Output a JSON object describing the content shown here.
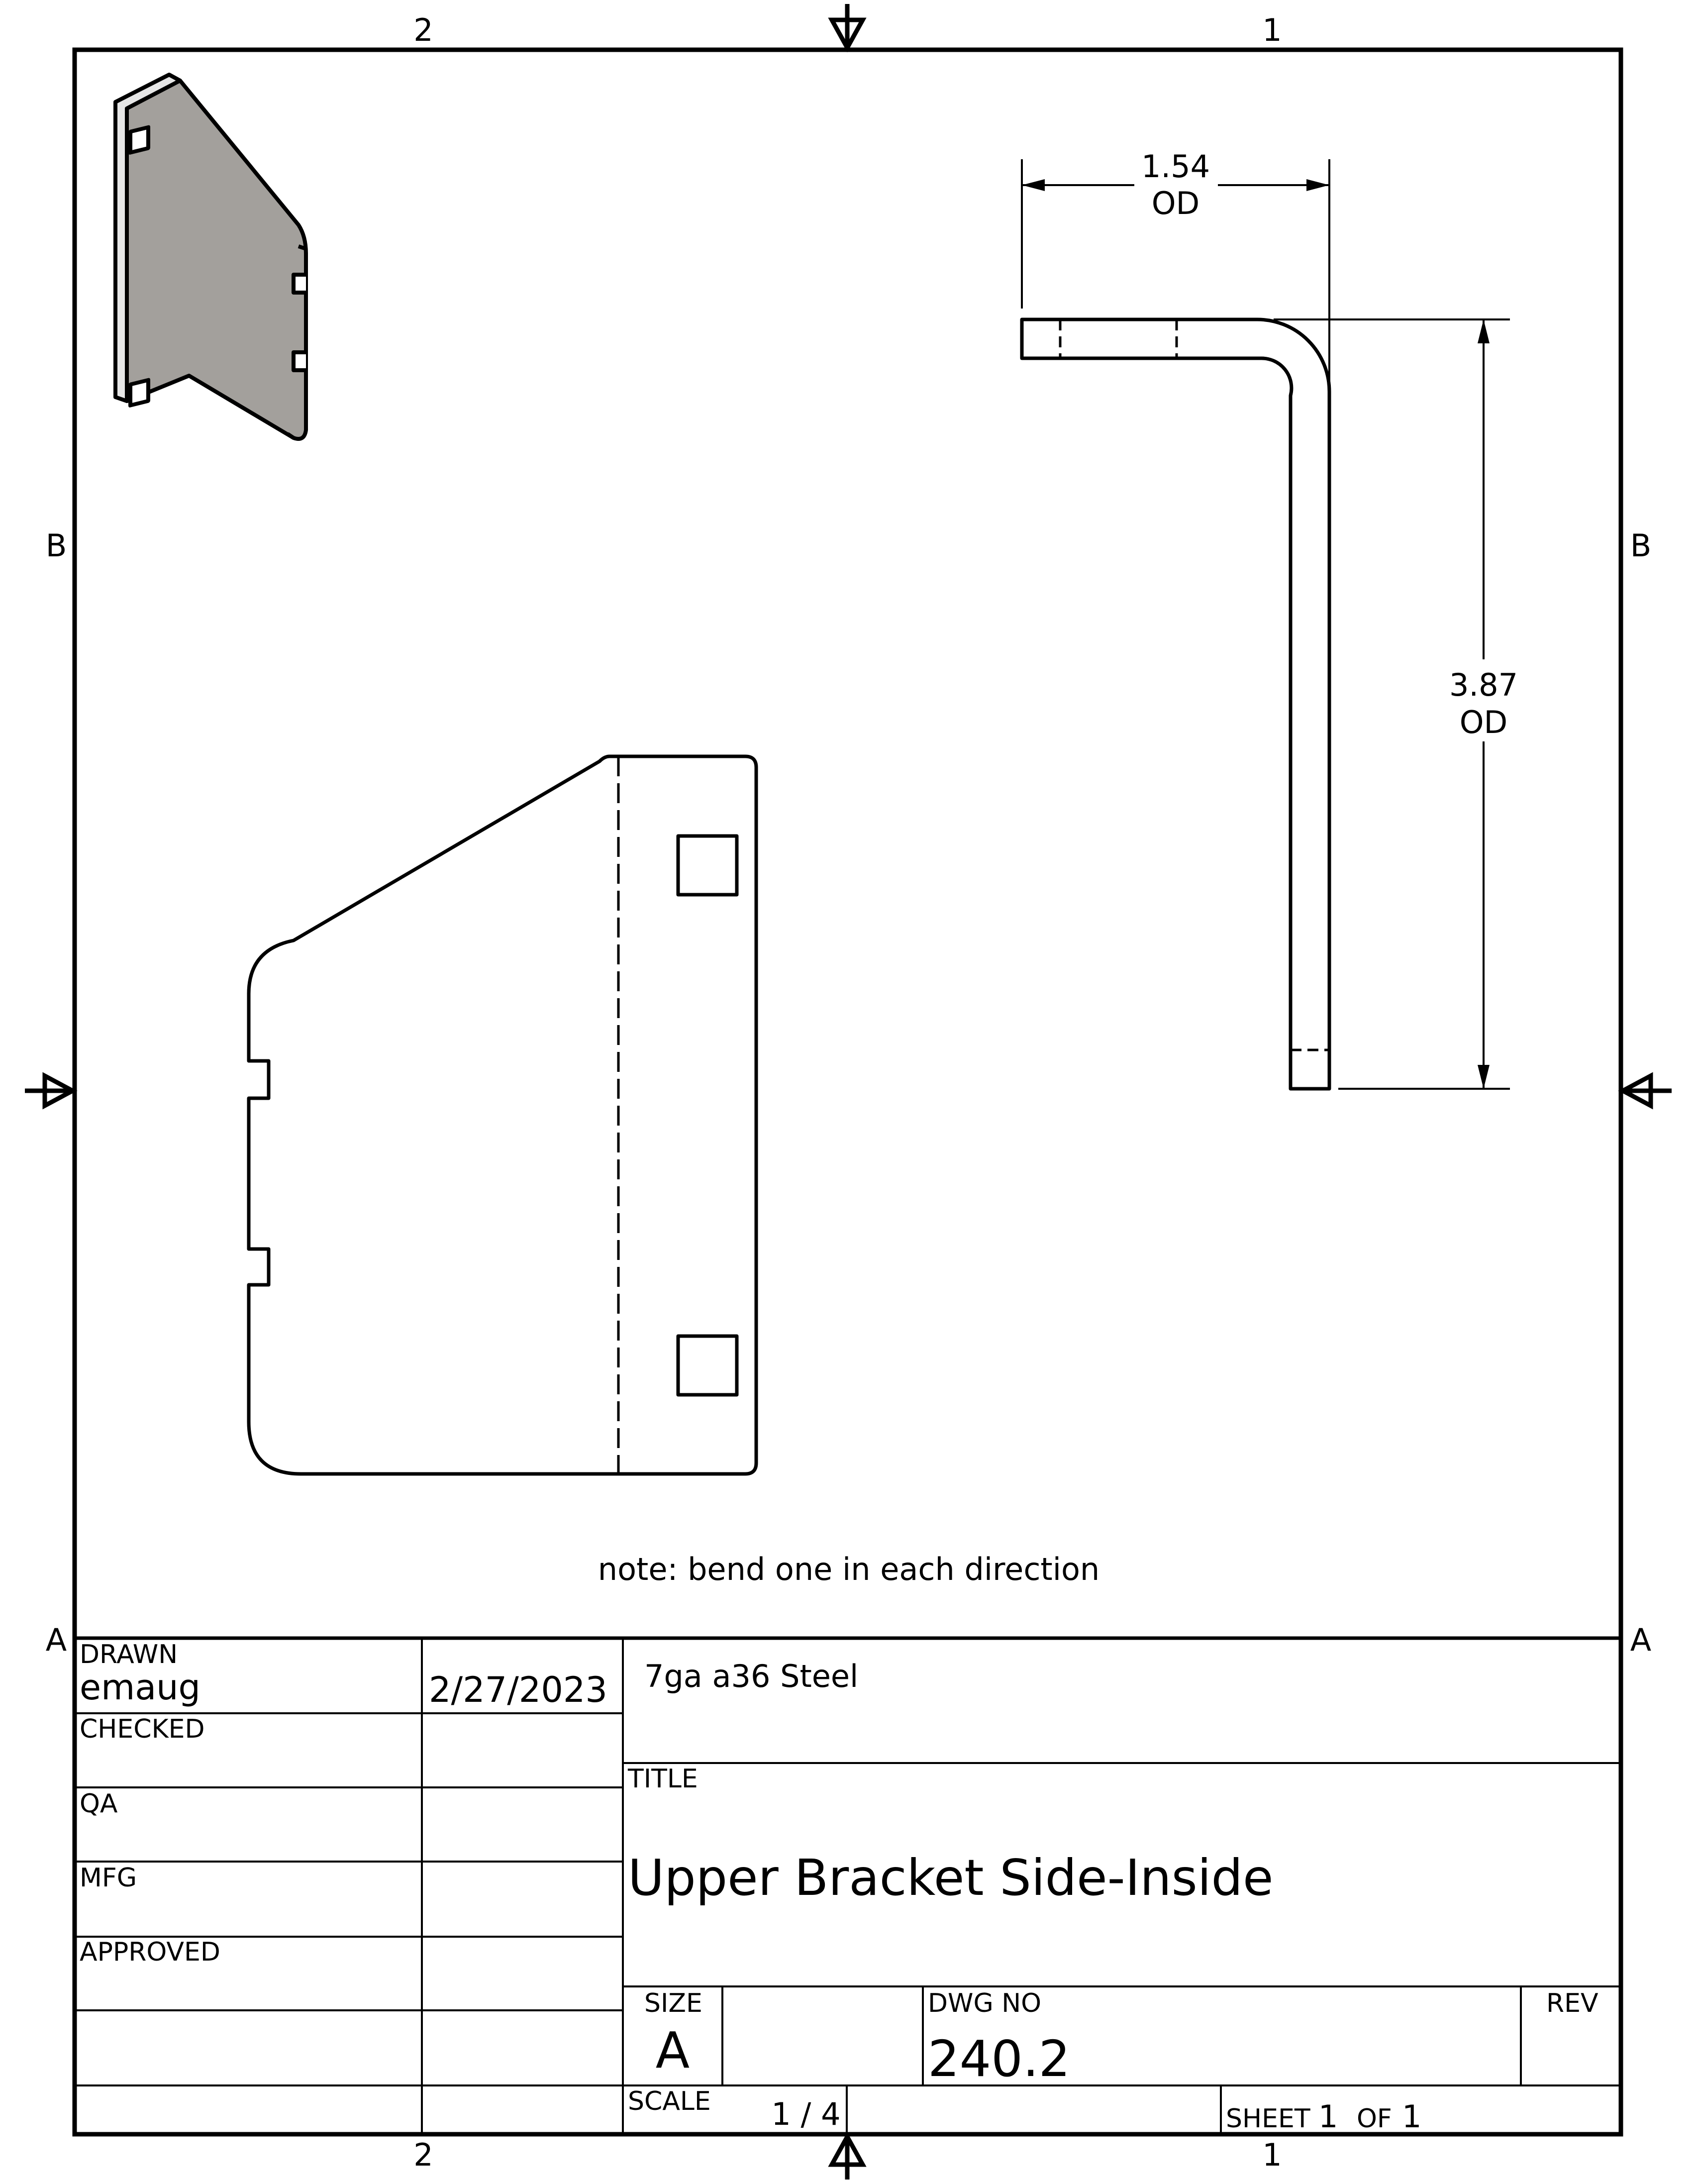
{
  "border": {
    "top_zones": [
      "2",
      "1"
    ],
    "bottom_zones": [
      "2",
      "1"
    ],
    "left_zones": [
      "B",
      "A"
    ],
    "right_zones": [
      "B",
      "A"
    ]
  },
  "views": {
    "dims": {
      "width_value": "1.54",
      "width_label": "OD",
      "height_value": "3.87",
      "height_label": "OD"
    },
    "note": "note: bend one in each direction"
  },
  "title_block": {
    "drawn_label": "DRAWN",
    "drawn_by": "emaug",
    "drawn_date": "2/27/2023",
    "checked_label": "CHECKED",
    "qa_label": "QA",
    "mfg_label": "MFG",
    "approved_label": "APPROVED",
    "material": "7ga a36 Steel",
    "title_label": "TITLE",
    "title": "Upper Bracket Side-Inside",
    "size_label": "SIZE",
    "size": "A",
    "dwg_no_label": "DWG NO",
    "dwg_no": "240.2",
    "rev_label": "REV",
    "scale_label": "SCALE",
    "scale": "1 / 4",
    "sheet_label": "SHEET",
    "sheet": "1",
    "of_label": "OF",
    "of": "1"
  },
  "colors": {
    "line": "#000000",
    "iso_face": "#a3a09c",
    "paper": "#ffffff"
  }
}
